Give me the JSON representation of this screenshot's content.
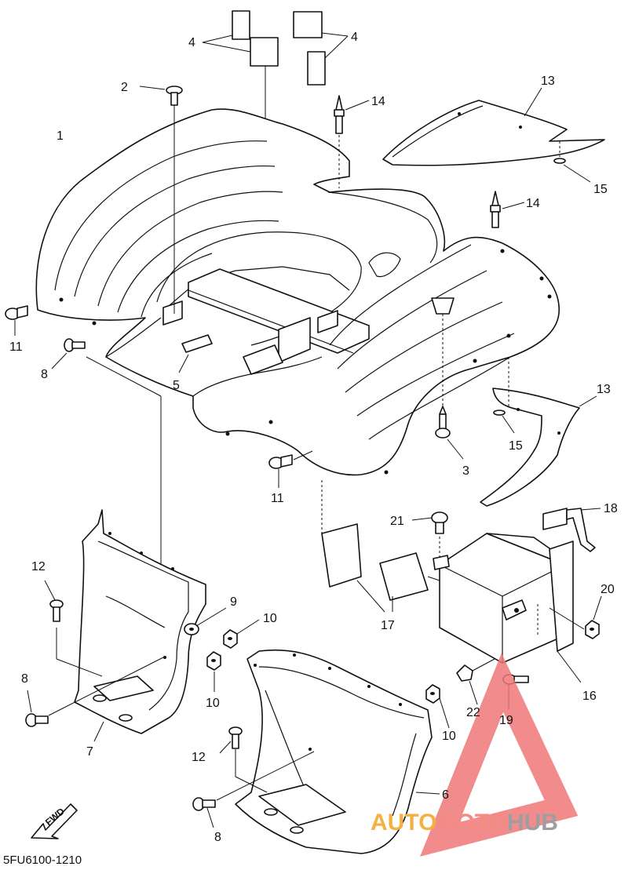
{
  "diagram": {
    "callouts": [
      {
        "id": "c1",
        "text": "1"
      },
      {
        "id": "c2",
        "text": "2"
      },
      {
        "id": "c3",
        "text": "3"
      },
      {
        "id": "c4a",
        "text": "4"
      },
      {
        "id": "c4b",
        "text": "4"
      },
      {
        "id": "c5",
        "text": "5"
      },
      {
        "id": "c6",
        "text": "6"
      },
      {
        "id": "c7",
        "text": "7"
      },
      {
        "id": "c8a",
        "text": "8"
      },
      {
        "id": "c8b",
        "text": "8"
      },
      {
        "id": "c8c",
        "text": "8"
      },
      {
        "id": "c9",
        "text": "9"
      },
      {
        "id": "c10a",
        "text": "10"
      },
      {
        "id": "c10b",
        "text": "10"
      },
      {
        "id": "c10c",
        "text": "10"
      },
      {
        "id": "c11a",
        "text": "11"
      },
      {
        "id": "c11b",
        "text": "11"
      },
      {
        "id": "c12a",
        "text": "12"
      },
      {
        "id": "c12b",
        "text": "12"
      },
      {
        "id": "c13a",
        "text": "13"
      },
      {
        "id": "c13b",
        "text": "13"
      },
      {
        "id": "c14a",
        "text": "14"
      },
      {
        "id": "c14b",
        "text": "14"
      },
      {
        "id": "c15a",
        "text": "15"
      },
      {
        "id": "c15b",
        "text": "15"
      },
      {
        "id": "c16",
        "text": "16"
      },
      {
        "id": "c17",
        "text": "17"
      },
      {
        "id": "c18",
        "text": "18"
      },
      {
        "id": "c19",
        "text": "19"
      },
      {
        "id": "c20",
        "text": "20"
      },
      {
        "id": "c21",
        "text": "21"
      },
      {
        "id": "c22",
        "text": "22"
      }
    ],
    "fwd_label": "FWD",
    "diagram_code": "5FU6100-1210",
    "watermark": {
      "part1": "AUTO",
      "part2": "MOTO",
      "part3": "HUB",
      "color1": "#f5b041",
      "color2": "#f28b82",
      "color3": "#9e9e9e",
      "logo_color": "#f07878"
    }
  }
}
